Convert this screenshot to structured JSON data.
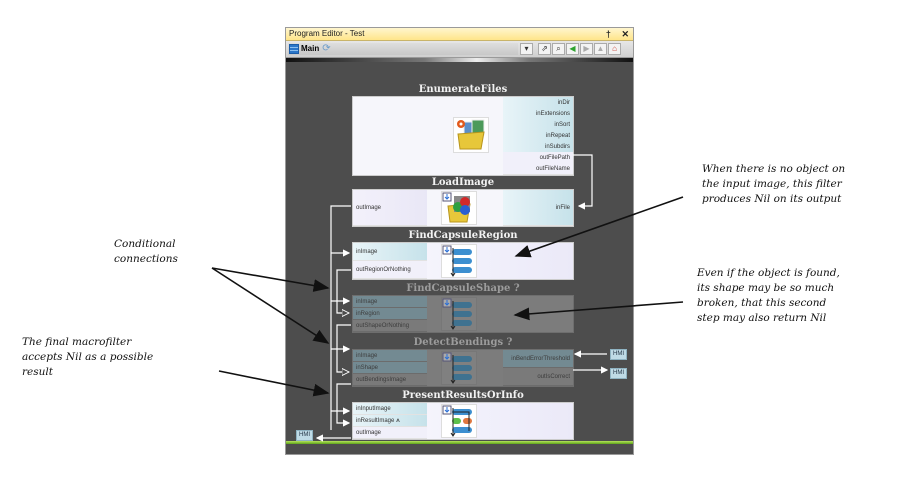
{
  "window": {
    "title": "Program Editor - Test",
    "pin_icon": "pin-icon",
    "close_icon": "close-icon",
    "pin_glyph": "†",
    "close_glyph": "✕"
  },
  "toolbar": {
    "macro_name": "Main",
    "refresh_glyph": "⟳",
    "dropdown_glyph": "▾",
    "buttons": [
      {
        "name": "undock-button",
        "glyph": "⇗"
      },
      {
        "name": "zoom-button",
        "glyph": "⌕"
      },
      {
        "name": "back-button",
        "glyph": "◀"
      },
      {
        "name": "forward-button",
        "glyph": "▶"
      },
      {
        "name": "up-button",
        "glyph": "▲"
      },
      {
        "name": "home-button",
        "glyph": "⌂"
      }
    ]
  },
  "filters": {
    "enumerate_files": {
      "title": "EnumerateFiles",
      "ports": [
        "inDir",
        "inExtensions",
        "inSort",
        "inRepeat",
        "inSubdirs",
        "outFilePath",
        "outFileName"
      ]
    },
    "load_image": {
      "title": "LoadImage",
      "out_port": "outImage",
      "in_port": "inFile"
    },
    "find_capsule_region": {
      "title": "FindCapsuleRegion",
      "ports": [
        "inImage",
        "outRegionOrNothing"
      ]
    },
    "find_capsule_shape": {
      "title": "FindCapsuleShape ?",
      "ports": [
        "inImage",
        "inRegion",
        "outShapeOrNothing"
      ]
    },
    "detect_bendings": {
      "title": "DetectBendings ?",
      "left_ports": [
        "inImage",
        "inShape",
        "outBendingsImage"
      ],
      "right_ports": [
        "inBendErrorThreshold",
        "outIsCorrect"
      ]
    },
    "present_results": {
      "title": "PresentResultsOrInfo",
      "ports": [
        "inInputImage",
        "inResultImage",
        "outImage"
      ]
    }
  },
  "hmi_label": "HMI",
  "annotations": {
    "no_object": [
      "When there is no object on",
      "the input image, this filter",
      "produces Nil on its output"
    ],
    "shape_broken": [
      "Even if the object is found,",
      "its shape may be so much",
      "broken, that this second",
      "step may also return Nil"
    ],
    "conditional": [
      "Conditional",
      "connections"
    ],
    "final_macro": [
      "The final macrofilter",
      "accepts Nil as a possible",
      "result"
    ]
  }
}
